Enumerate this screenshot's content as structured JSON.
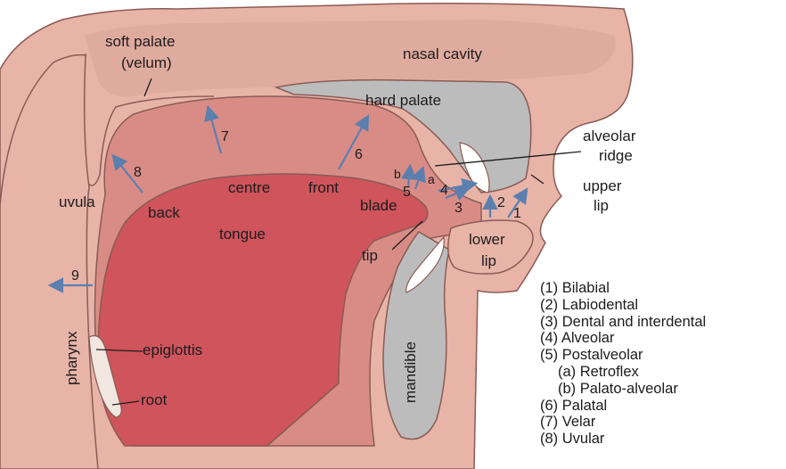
{
  "labels": {
    "soft_palate": "soft palate",
    "velum": "(velum)",
    "nasal_cavity": "nasal cavity",
    "hard_palate": "hard palate",
    "alveolar": "alveolar",
    "ridge": "ridge",
    "upper": "upper",
    "upper_lip": "lip",
    "uvula": "uvula",
    "centre": "centre",
    "front": "front",
    "blade": "blade",
    "back": "back",
    "tongue": "tongue",
    "lower": "lower",
    "lower_lip": "lip",
    "tip": "tip",
    "pharynx": "pharynx",
    "mandible": "mandible",
    "epiglottis": "epiglottis",
    "root": "root",
    "a": "a",
    "b": "b"
  },
  "numbers": {
    "n1": "1",
    "n2": "2",
    "n3": "3",
    "n4": "4",
    "n5": "5",
    "n6": "6",
    "n7": "7",
    "n8": "8",
    "n9": "9"
  },
  "legend": [
    {
      "text": "(1) Bilabial",
      "indent": false
    },
    {
      "text": "(2) Labiodental",
      "indent": false
    },
    {
      "text": "(3) Dental and interdental",
      "indent": false
    },
    {
      "text": "(4) Alveolar",
      "indent": false
    },
    {
      "text": "(5) Postalveolar",
      "indent": false
    },
    {
      "text": "(a) Retroflex",
      "indent": true
    },
    {
      "text": "(b) Palato-alveolar",
      "indent": true
    },
    {
      "text": "(6) Palatal",
      "indent": false
    },
    {
      "text": "(7) Velar",
      "indent": false
    },
    {
      "text": "(8) Uvular",
      "indent": false
    }
  ],
  "colors": {
    "skin": "#e8b4a8",
    "oral_cavity": "#d98c86",
    "tongue": "#cf545c",
    "bone": "#bcbcbc",
    "outline": "#8a5b55",
    "arrow": "#5b7fae",
    "teeth": "#ffffff"
  }
}
